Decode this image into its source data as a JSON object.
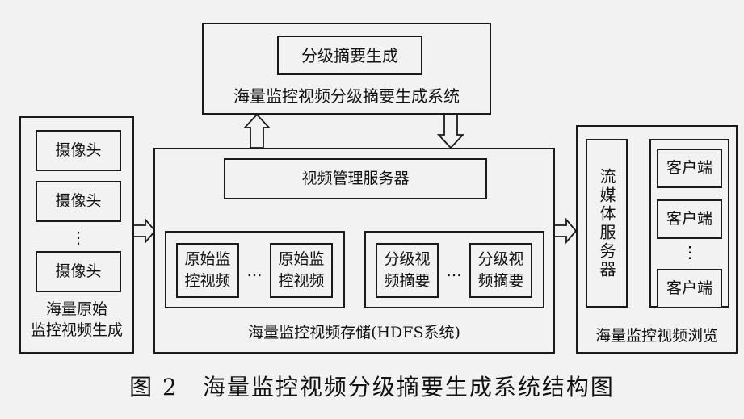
{
  "top": {
    "inner": "分级摘要生成",
    "title": "海量监控视频分级摘要生成系统"
  },
  "left": {
    "cameras": [
      "摄像头",
      "摄像头",
      "摄像头"
    ],
    "dots": "⋮",
    "title_line1": "海量原始",
    "title_line2": "监控视频生成"
  },
  "center": {
    "server": "视频管理服务器",
    "group_a": {
      "item_line1": "原始监",
      "item_line2": "控视频",
      "ellipsis": "…"
    },
    "group_b": {
      "item_line1": "分级视",
      "item_line2": "频摘要",
      "ellipsis": "…"
    },
    "title": "海量监控视频存储(HDFS系统)"
  },
  "right": {
    "streaming": "流媒体服务器",
    "clients": [
      "客户端",
      "客户端",
      "客户端"
    ],
    "dots": "⋮",
    "title": "海量监控视频浏览"
  },
  "caption": "图 2　海量监控视频分级摘要生成系统结构图"
}
